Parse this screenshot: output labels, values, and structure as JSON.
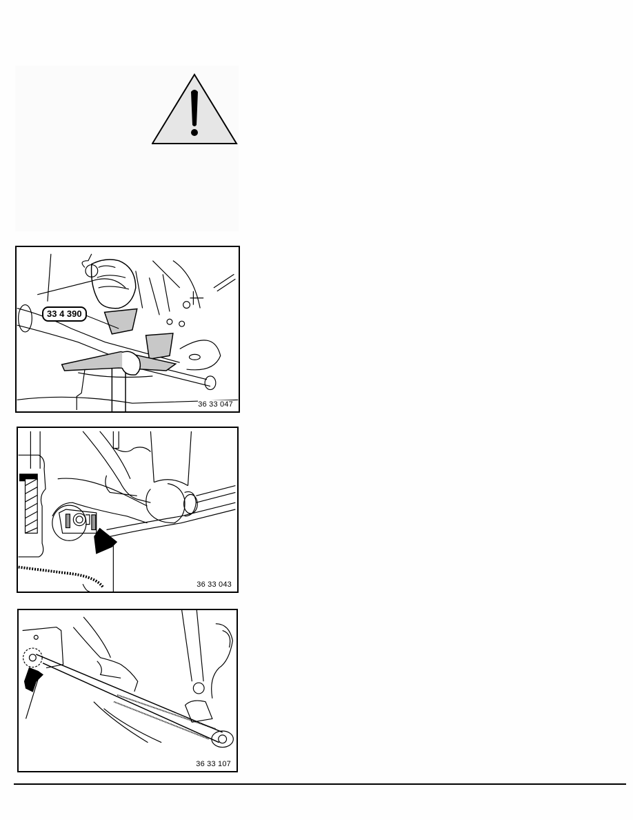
{
  "page": {
    "background": "#fefefe"
  },
  "warning": {
    "icon": "warning-triangle-icon",
    "box_color": "#fbfbfb",
    "triangle_fill": "#e6e6e6"
  },
  "figures": [
    {
      "figure_number": "36 33 047",
      "callout_label": "33 4 390",
      "tool_fill": "#c8c8c8"
    },
    {
      "figure_number": "36 33 043",
      "indicator": "arrow-icon"
    },
    {
      "figure_number": "36 33 107",
      "indicator": "arrow-icon"
    }
  ]
}
